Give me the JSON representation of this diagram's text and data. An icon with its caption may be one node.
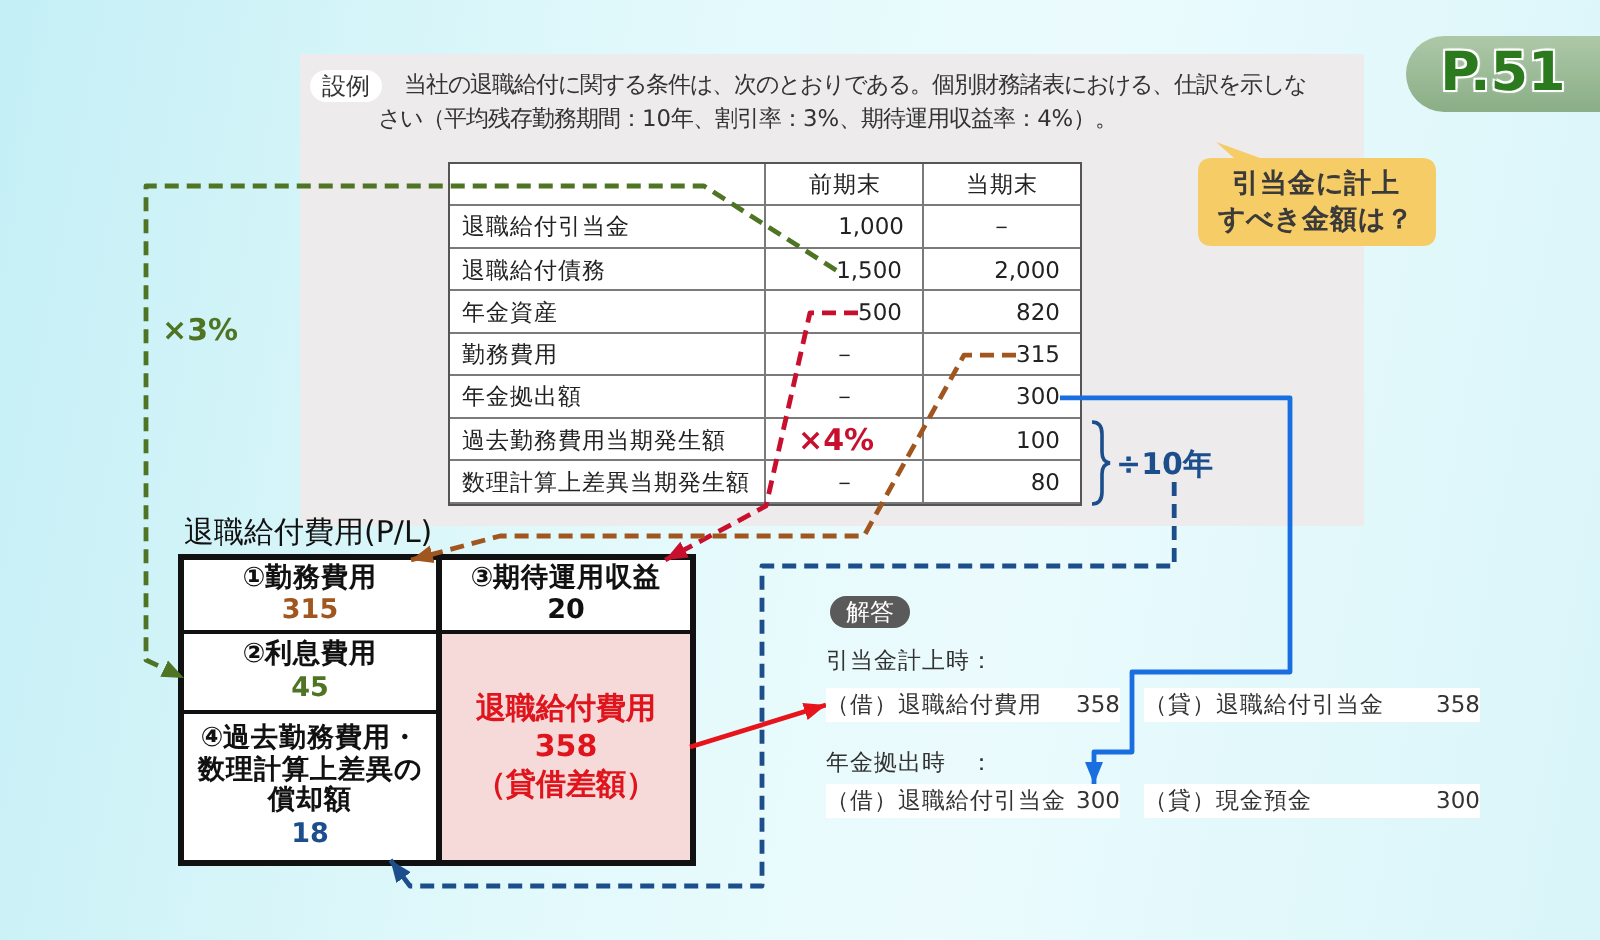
{
  "diagram": {
    "nodes": [
      {
        "text": [
          "P.51"
        ]
      },
      {
        "text": [
          "当社の退職給付に関する条件は、次のとおりである。個別財務諸表における、仕訳を示しなさい（平均残存勤務期間：10年、割引率：3%、期待運用収益率：4%）。"
        ]
      },
      {
        "text": [
          "設例"
        ],
        "in": 1
      },
      {
        "text": [
          "1,500"
        ],
        "in": 1
      },
      {
        "text": [
          "500"
        ],
        "in": 1
      },
      {
        "text": [
          "315"
        ],
        "in": 1
      },
      {
        "text": [
          "300"
        ],
        "in": 1
      },
      {
        "text": [
          "÷10年"
        ],
        "in": 1
      },
      {
        "text": [
          "引当金に計上すべき金額は？"
        ]
      },
      {
        "text": [
          "退職給付費用(P/L)"
        ]
      },
      {
        "text": [
          "①勤務費用",
          "315"
        ],
        "in": 9
      },
      {
        "text": [
          "③期待運用収益",
          "20"
        ],
        "in": 9
      },
      {
        "text": [
          "②利息費用",
          "45"
        ],
        "in": 9
      },
      {
        "text": [
          "退職給付費用",
          "358",
          "（貸借差額）"
        ],
        "in": 9
      },
      {
        "text": [
          "④過去勤務費用・数理計算上差異の償却額",
          "18"
        ],
        "in": 9
      },
      {
        "text": [
          "解答"
        ]
      },
      {
        "text": [
          "（借）退職給付費用",
          "358"
        ]
      },
      {
        "text": [
          "（貸）退職給付引当金",
          "358"
        ]
      },
      {
        "text": [
          "（借）退職給付引当金",
          "300"
        ]
      },
      {
        "text": [
          "（貸）現金預金",
          "300"
        ]
      }
    ],
    "edges": [
      {
        "from": 3,
        "to": 12,
        "arrow": "to",
        "label": "×3%",
        "style": "dashed",
        "color": "#4e7424"
      },
      {
        "from": 4,
        "to": 11,
        "arrow": "to",
        "label": "×4%",
        "style": "dashed",
        "color": "#c8102e"
      },
      {
        "from": 5,
        "to": 10,
        "arrow": "to",
        "style": "dashed",
        "color": "#a0561e"
      },
      {
        "from": 7,
        "to": 14,
        "arrow": "to",
        "style": "dashed",
        "color": "#1d4e8c"
      },
      {
        "from": 13,
        "to": 16,
        "arrow": "to",
        "color": "#e8141b"
      },
      {
        "from": 6,
        "to": 18,
        "arrow": "to",
        "color": "#1a6fe0"
      }
    ],
    "labels": [
      "前期末",
      "当期末",
      "退職給付引当金",
      "1,000",
      "－",
      "退職給付債務",
      "2,000",
      "年金資産",
      "820",
      "勤務費用",
      "－",
      "年金拠出額",
      "－",
      "過去勤務費用当期発生額",
      "100",
      "数理計算上差異当期発生額",
      "－",
      "80",
      "引当金計上時：",
      "年金拠出時　："
    ]
  }
}
